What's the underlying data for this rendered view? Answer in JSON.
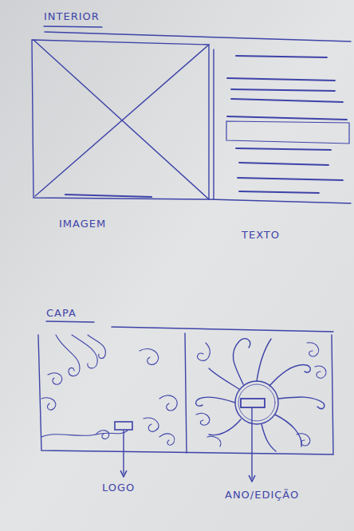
{
  "diagram": {
    "labels": [
      "INTERIOR",
      "IMAGEM",
      "TEXTO",
      "CAPA",
      "LOGO",
      "ANO/EDIÇÃO"
    ]
  }
}
